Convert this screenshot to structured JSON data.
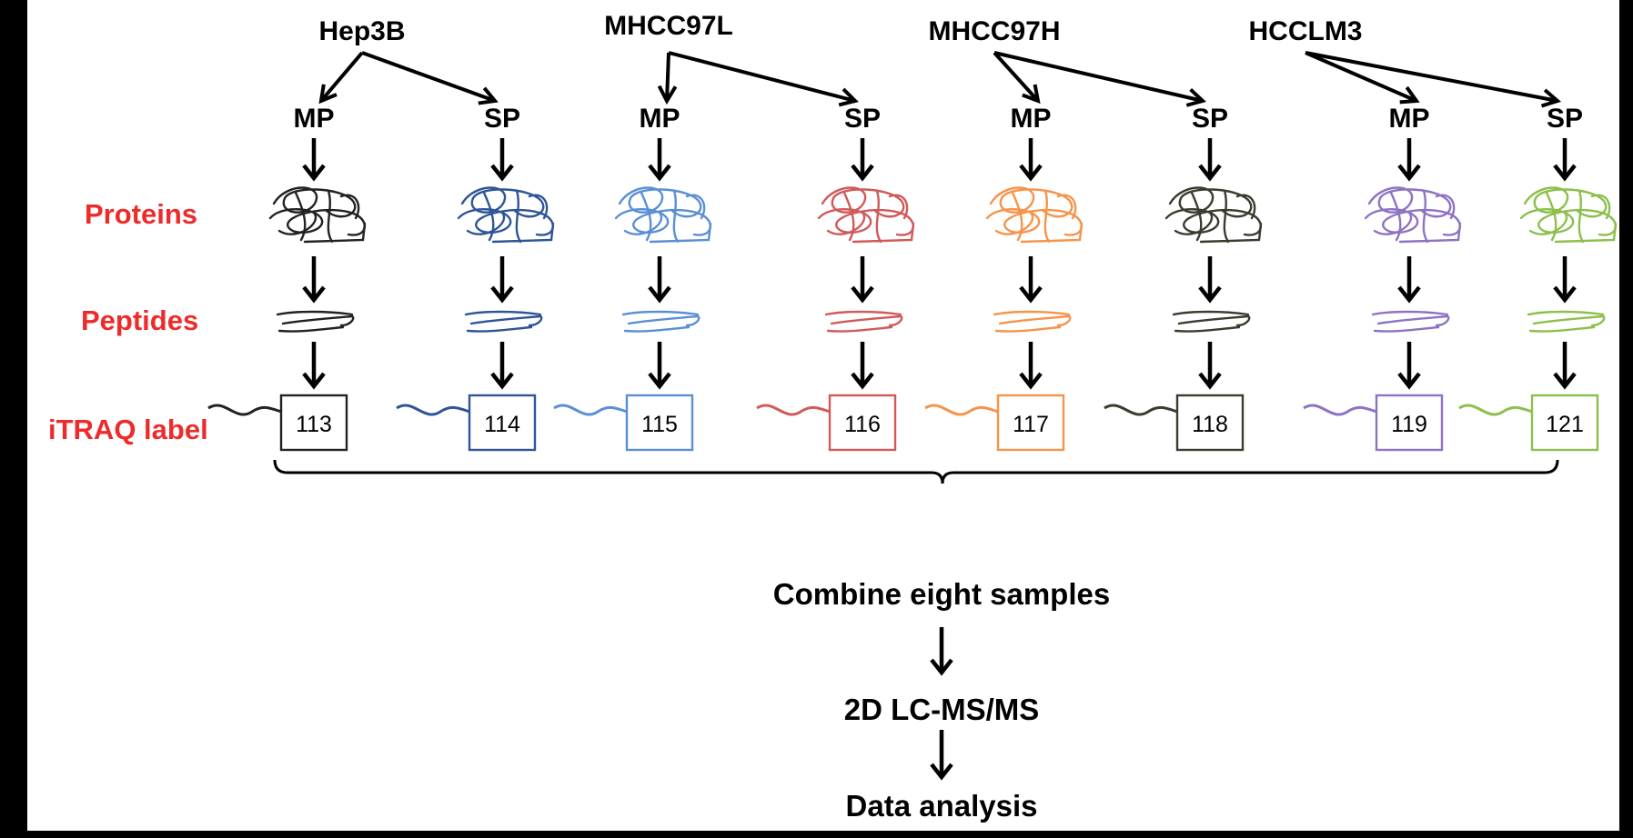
{
  "cell_lines": [
    "Hep3B",
    "MHCC97L",
    "MHCC97H",
    "HCCLM3"
  ],
  "fractions": {
    "mp": "MP",
    "sp": "SP"
  },
  "row_labels": {
    "proteins": "Proteins",
    "peptides": "Peptides",
    "itraq": "iTRAQ label"
  },
  "samples": [
    {
      "line": "Hep3B",
      "fraction": "MP",
      "tag": "113",
      "color": "#222222"
    },
    {
      "line": "Hep3B",
      "fraction": "SP",
      "tag": "114",
      "color": "#2f5597"
    },
    {
      "line": "MHCC97L",
      "fraction": "MP",
      "tag": "115",
      "color": "#5b8fd4"
    },
    {
      "line": "MHCC97L",
      "fraction": "SP",
      "tag": "116",
      "color": "#d05a5a"
    },
    {
      "line": "MHCC97H",
      "fraction": "MP",
      "tag": "117",
      "color": "#f5944a"
    },
    {
      "line": "MHCC97H",
      "fraction": "SP",
      "tag": "118",
      "color": "#3b3b2f"
    },
    {
      "line": "HCCLM3",
      "fraction": "MP",
      "tag": "119",
      "color": "#8e73c4"
    },
    {
      "line": "HCCLM3",
      "fraction": "SP",
      "tag": "121",
      "color": "#8dbf4d"
    }
  ],
  "steps": [
    "Combine eight samples",
    "2D LC-MS/MS",
    "Data analysis"
  ],
  "colors": {
    "label_red": "#ee2b2b",
    "text": "#000000",
    "background": "#ffffff"
  }
}
